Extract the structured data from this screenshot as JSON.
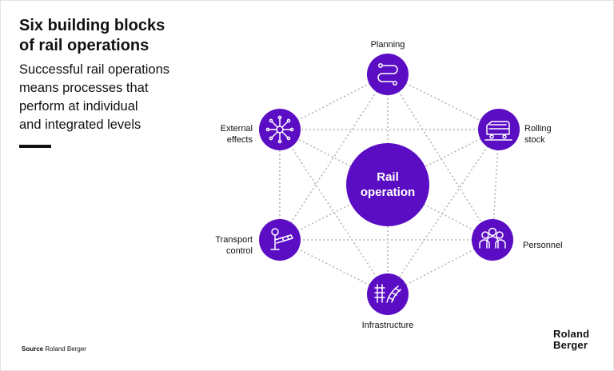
{
  "header": {
    "title_line1": "Six building blocks",
    "title_line2": "of rail operations",
    "subtitle_line1": "Successful rail operations",
    "subtitle_line2": "means processes that",
    "subtitle_line3": "perform at individual",
    "subtitle_line4": "and integrated levels"
  },
  "center": {
    "line1": "Rail",
    "line2": "operation"
  },
  "blocks": {
    "planning": {
      "label": "Planning",
      "icon": "route-icon"
    },
    "rolling_stock": {
      "label_line1": "Rolling",
      "label_line2": "stock",
      "icon": "train-icon"
    },
    "personnel": {
      "label": "Personnel",
      "icon": "people-icon"
    },
    "infrastructure": {
      "label": "Infrastructure",
      "icon": "track-icon"
    },
    "transport_control": {
      "label_line1": "Transport",
      "label_line2": "control",
      "icon": "signal-icon"
    },
    "external_effects": {
      "label_line1": "External",
      "label_line2": "effects",
      "icon": "network-icon"
    }
  },
  "footer": {
    "source_label": "Source",
    "source_text": "Roland Berger",
    "logo_line1": "Roland",
    "logo_line2": "Berger"
  },
  "colors": {
    "accent": "#5b0dc4",
    "edge": "#b5b5b5",
    "text": "#111111"
  }
}
